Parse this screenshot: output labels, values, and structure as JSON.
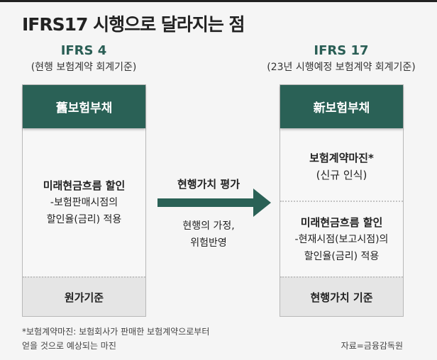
{
  "title": "IFRS17 시행으로 달라지는 점",
  "left": {
    "name": "IFRS 4",
    "sub": "(현행 보험계약 회계기준)",
    "header": "舊보험부채",
    "body_bold": "미래현금흐름 할인",
    "body_l1": "-보험판매시점의",
    "body_l2": "할인율(금리) 적용",
    "footer": "원가기준"
  },
  "arrow": {
    "label": "현행가치 평가",
    "desc1": "현행의 가정,",
    "desc2": "위험반영",
    "color": "#2a6156"
  },
  "right": {
    "name": "IFRS 17",
    "sub": "(23년 시행예정 보험계약 회계기준)",
    "header": "新보험부채",
    "top_bold": "보험계약마진*",
    "top_sub": "(신규 인식)",
    "body_bold": "미래현금흐름 할인",
    "body_l1": "-현재시점(보고시점)의",
    "body_l2": "할인율(금리) 적용",
    "footer": "현행가치 기준"
  },
  "footnote": {
    "l1": "*보험계약마진: 보험회사가 판매한 보험계약으로부터",
    "l2": "얻을 것으로 예상되는 마진"
  },
  "source": "자료=금융감독원"
}
